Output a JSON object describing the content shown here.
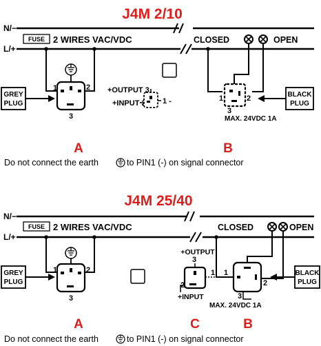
{
  "colors": {
    "accent": "#d9201d",
    "ink": "#000000",
    "background": "#ffffff"
  },
  "icons": [
    "earth-icon",
    "valve-square-icon",
    "valve-cross-icon",
    "grey-plug-arrow-icon",
    "black-plug-arrow-icon"
  ],
  "diagram1": {
    "title": "J4M 2/10",
    "n_label": "N/−",
    "l_label": "L/+",
    "fuse": "FUSE",
    "wires": "2 WIRES VAC/VDC",
    "closed": "CLOSED",
    "open": "OPEN",
    "grey_plug": [
      "GREY",
      "PLUG"
    ],
    "black_plug": [
      "BLACK",
      "PLUG"
    ],
    "pin_a1": "1",
    "pin_a2": "2",
    "pin_a3": "3",
    "output_label": "+OUTPUT 3",
    "input_label": "+INPUT 2",
    "pin_c1": "1 -",
    "pin_b1": "1",
    "pin_b2": "2",
    "pin_b3": "3",
    "max_label": "MAX. 24VDC 1A",
    "label_a": "A",
    "label_b": "B",
    "note": "Do not connect the earth",
    "note_tail": "to PIN1 (-) on signal connector"
  },
  "diagram2": {
    "title": "J4M 25/40",
    "n_label": "N/−",
    "l_label": "L/+",
    "fuse": "FUSE",
    "wires": "2 WIRES VAC/VDC",
    "closed": "CLOSED",
    "open": "OPEN",
    "grey_plug": [
      "GREY",
      "PLUG"
    ],
    "black_plug": [
      "BLACK",
      "PLUG"
    ],
    "pin_a1": "1",
    "pin_a2": "2",
    "pin_a3": "3",
    "output_label": "+OUTPUT",
    "input_label": "+INPUT",
    "pin_c1": "1",
    "pin_c2": "2",
    "pin_c3": "3",
    "pin_b1": "1",
    "pin_b2": "2",
    "pin_b3": "3",
    "max_label": "MAX. 24VDC 1A",
    "label_a": "A",
    "label_b": "B",
    "label_c": "C",
    "note": "Do not connect the earth",
    "note_tail": "to PIN1 (-) on signal connector"
  }
}
